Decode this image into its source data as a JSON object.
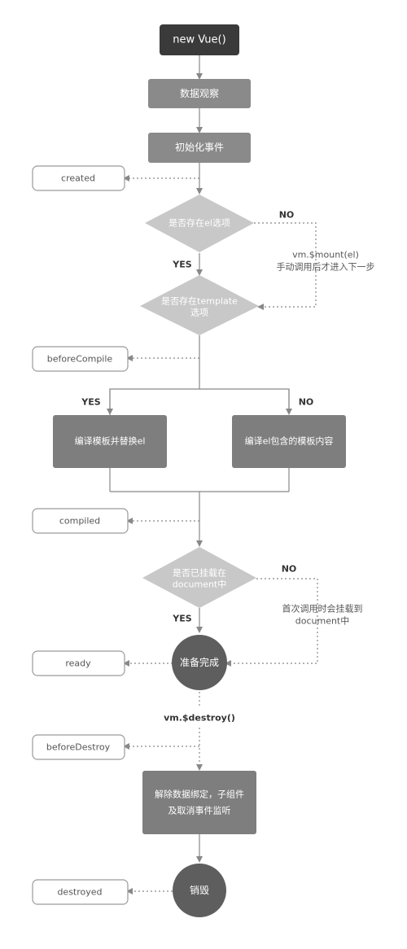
{
  "colors": {
    "start": "#3a3a3a",
    "process": "#8a8a8a",
    "decision": "#c8c8c8",
    "circle": "#5e5e5e",
    "hook_border": "#9a9a9a",
    "line": "#888888"
  },
  "nodes": {
    "start": "new Vue()",
    "observe": "数据观察",
    "init_events": "初始化事件",
    "has_el": "是否存在el选项",
    "has_template_1": "是否存在template",
    "has_template_2": "选项",
    "compile_template": "编译模板并替换el",
    "compile_el": "编译el包含的模板内容",
    "mounted_1": "是否已挂载在",
    "mounted_2": "document中",
    "ready_state": "准备完成",
    "unbind_1": "解除数据绑定，子组件",
    "unbind_2": "及取消事件监听",
    "destroy_state": "销毁"
  },
  "hooks": {
    "created": "created",
    "before_compile": "beforeCompile",
    "compiled": "compiled",
    "ready": "ready",
    "before_destroy": "beforeDestroy",
    "destroyed": "destroyed"
  },
  "labels": {
    "no_el": "NO",
    "yes_el": "YES",
    "yes_template": "YES",
    "no_template": "NO",
    "no_mounted": "NO",
    "yes_mounted": "YES",
    "destroy_call": "vm.$destroy()"
  },
  "notes": {
    "mount_1": "vm.$mount(el)",
    "mount_2": "手动调用后才进入下一步",
    "first_1": "首次调用时会挂载到",
    "first_2": "document中"
  }
}
